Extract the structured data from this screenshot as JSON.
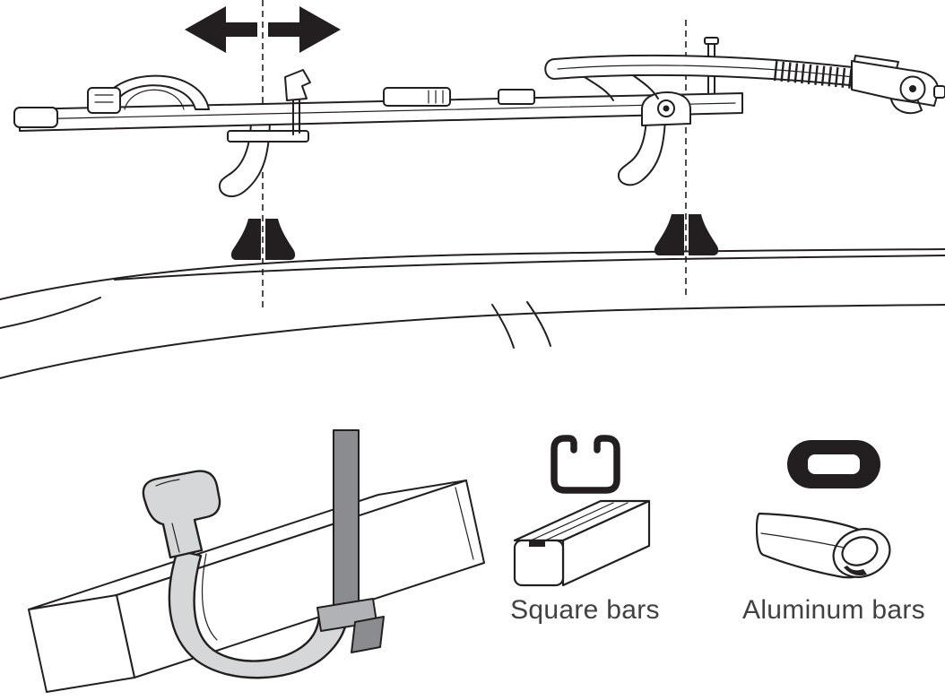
{
  "illustration": {
    "colors": {
      "ink": "#231f20",
      "clamp_gray": "#d6d7d8",
      "strap_gray": "#8a8c8f",
      "label_text": "#414042",
      "background": "#ffffff"
    },
    "icons": [
      "move-left-arrow",
      "move-right-arrow",
      "square-bar-profile-icon",
      "aluminum-bar-profile-icon"
    ]
  },
  "bar_types": {
    "square": {
      "label": "Square bars"
    },
    "aluminum": {
      "label": "Aluminum bars"
    }
  }
}
